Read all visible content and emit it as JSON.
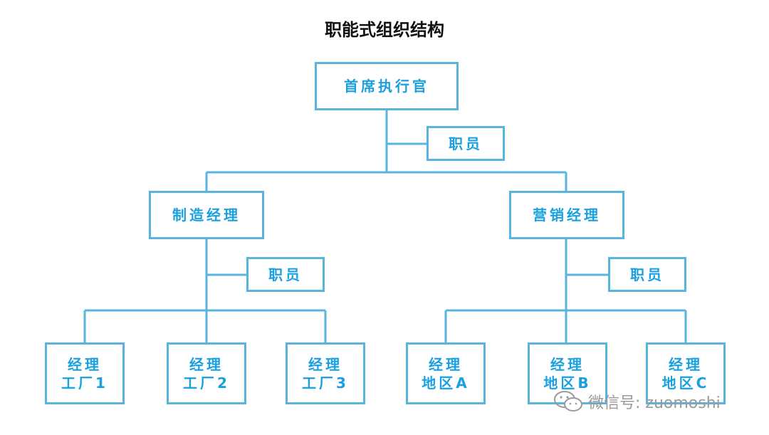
{
  "title": "职能式组织结构",
  "nodes": {
    "ceo": "首席执行官",
    "ceo_staff": "职员",
    "mfg_manager": "制造经理",
    "mfg_staff": "职员",
    "sales_manager": "营销经理",
    "sales_staff": "职员",
    "factory1": [
      "经理",
      "工厂1"
    ],
    "factory2": [
      "经理",
      "工厂2"
    ],
    "factory3": [
      "经理",
      "工厂3"
    ],
    "regionA": [
      "经理",
      "地区A"
    ],
    "regionB": [
      "经理",
      "地区B"
    ],
    "regionC": [
      "经理",
      "地区C"
    ]
  },
  "watermark": {
    "text": "微信号: zuomoshi",
    "icon": "wechat-icon"
  },
  "colors": {
    "line": "#5ab4e0",
    "text": "#1aa0de",
    "title": "#111111",
    "watermark": "#9a9a9a"
  }
}
